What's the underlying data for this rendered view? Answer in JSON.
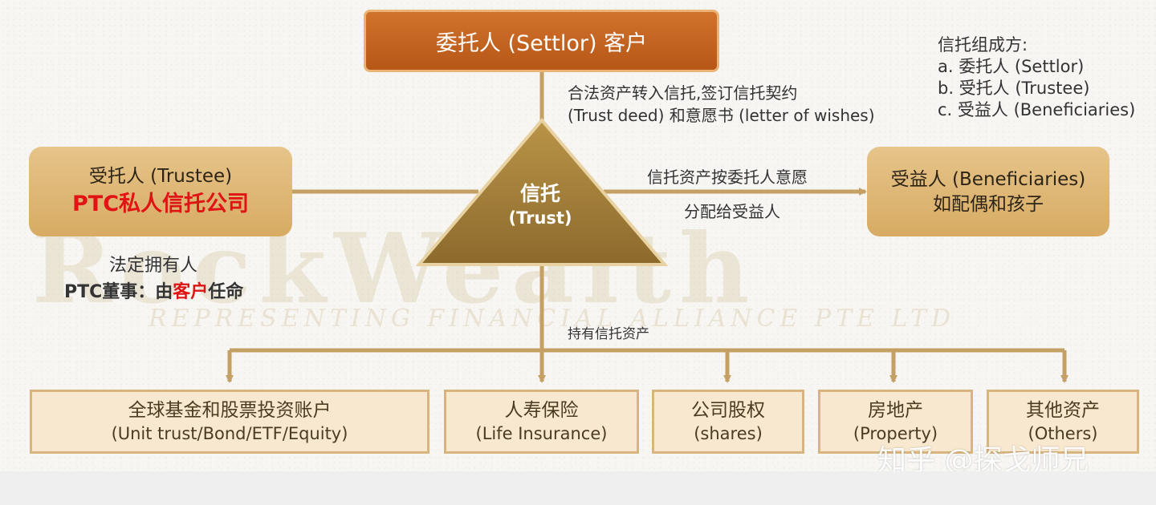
{
  "settlor": {
    "label": "委托人 (Settlor) 客户"
  },
  "transfer_label": {
    "line1": "合法资产转入信托,签订信托契约",
    "line2": "(Trust deed) 和意愿书 (letter of wishes)"
  },
  "parties": {
    "title": "信托组成方:",
    "items": [
      "a.  委托人 (Settlor)",
      "b.  受托人 (Trustee)",
      "c.  受益人 (Beneficiaries)"
    ]
  },
  "trustee": {
    "line1": "受托人 (Trustee)",
    "line2": "PTC私人信托公司"
  },
  "trust": {
    "line1": "信托",
    "line2": "(Trust)"
  },
  "distribution_label": {
    "line1": "信托资产按委托人意愿",
    "line2": "分配给受益人"
  },
  "beneficiaries": {
    "line1": "受益人 (Beneficiaries)",
    "line2": "如配偶和孩子"
  },
  "legal_owner": {
    "line1": "法定拥有人",
    "line2_prefix": "PTC董事：由",
    "line2_highlight": "客户",
    "line2_suffix": "任命"
  },
  "hold_label": "持有信托资产",
  "assets": [
    {
      "name": "全球基金和股票投资账户",
      "en": "(Unit trust/Bond/ETF/Equity)"
    },
    {
      "name": "人寿保险",
      "en": "(Life Insurance)"
    },
    {
      "name": "公司股权",
      "en": "(shares)"
    },
    {
      "name": "房地产",
      "en": "(Property)"
    },
    {
      "name": "其他资产",
      "en": "(Others)"
    }
  ],
  "watermark": {
    "main": "RockWealth",
    "sub": "REPRESENTING FINANCIAL ALLIANCE PTE LTD"
  },
  "zhihu_watermark": "知乎 @探戈师兄",
  "colors": {
    "settlor_orange": "#c5621f",
    "gold_box": "#dcb16a",
    "asset_fill": "#f8e8cf",
    "connector": "#c4a064",
    "highlight_red": "#e01414"
  }
}
